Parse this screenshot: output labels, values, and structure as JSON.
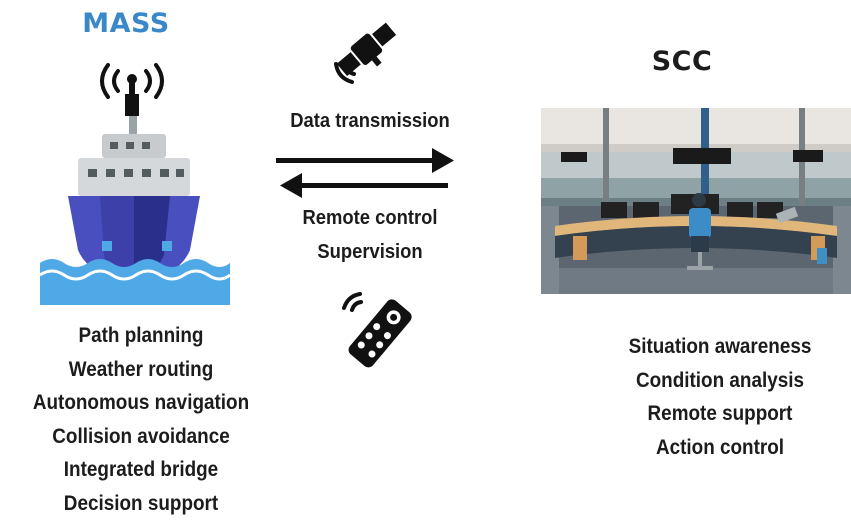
{
  "mass": {
    "title": "MASS",
    "functions": [
      "Path planning",
      "Weather routing",
      "Autonomous navigation",
      "Collision avoidance",
      "Integrated bridge",
      "Decision support"
    ]
  },
  "scc": {
    "title": "SCC",
    "functions": [
      "Situation awareness",
      "Condition analysis",
      "Remote support",
      "Action control"
    ]
  },
  "link": {
    "top_label": "Data transmission",
    "bottom_label_1": "Remote control",
    "bottom_label_2": "Supervision"
  },
  "icons": {
    "satellite": "satellite-icon",
    "remote": "remote-control-icon",
    "ship": "ship-icon",
    "antenna": "antenna-icon",
    "control_room": "control-room-image"
  },
  "colors": {
    "mass_title": "#3a88c8",
    "hull": "#4a4fc0",
    "hull_dark": "#2b2f8c",
    "water": "#4ea9e6",
    "arrow": "#111111"
  }
}
